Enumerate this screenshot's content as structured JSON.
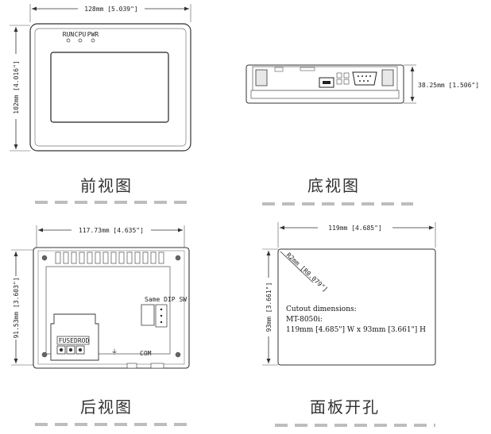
{
  "front": {
    "width_label": "128mm [5.039\"]",
    "height_label": "102mm [4.016\"]",
    "led_labels": [
      "RUN",
      "CPU",
      "PWR"
    ],
    "caption": "前视图"
  },
  "bottom": {
    "depth_label": "38.25mm [1.506\"]",
    "caption": "底视图"
  },
  "rear": {
    "width_label": "117.73mm [4.635\"]",
    "height_label": "91.53mm [3.603\"]",
    "terminal_label": "FUSEDROD",
    "switch_label": "Same DIP SW",
    "com_label": "COM",
    "caption": "后视图"
  },
  "cutout": {
    "width_label": "119mm [4.685\"]",
    "height_label": "93mm [3.661\"]",
    "radius_label": "R2mm [R0.079\"]",
    "note_title": "Cutout dimensions:",
    "note_model": "MT-8050i:",
    "note_size": "119mm [4.685\"] W x 93mm [3.661\"] H",
    "caption": "面板开孔"
  }
}
